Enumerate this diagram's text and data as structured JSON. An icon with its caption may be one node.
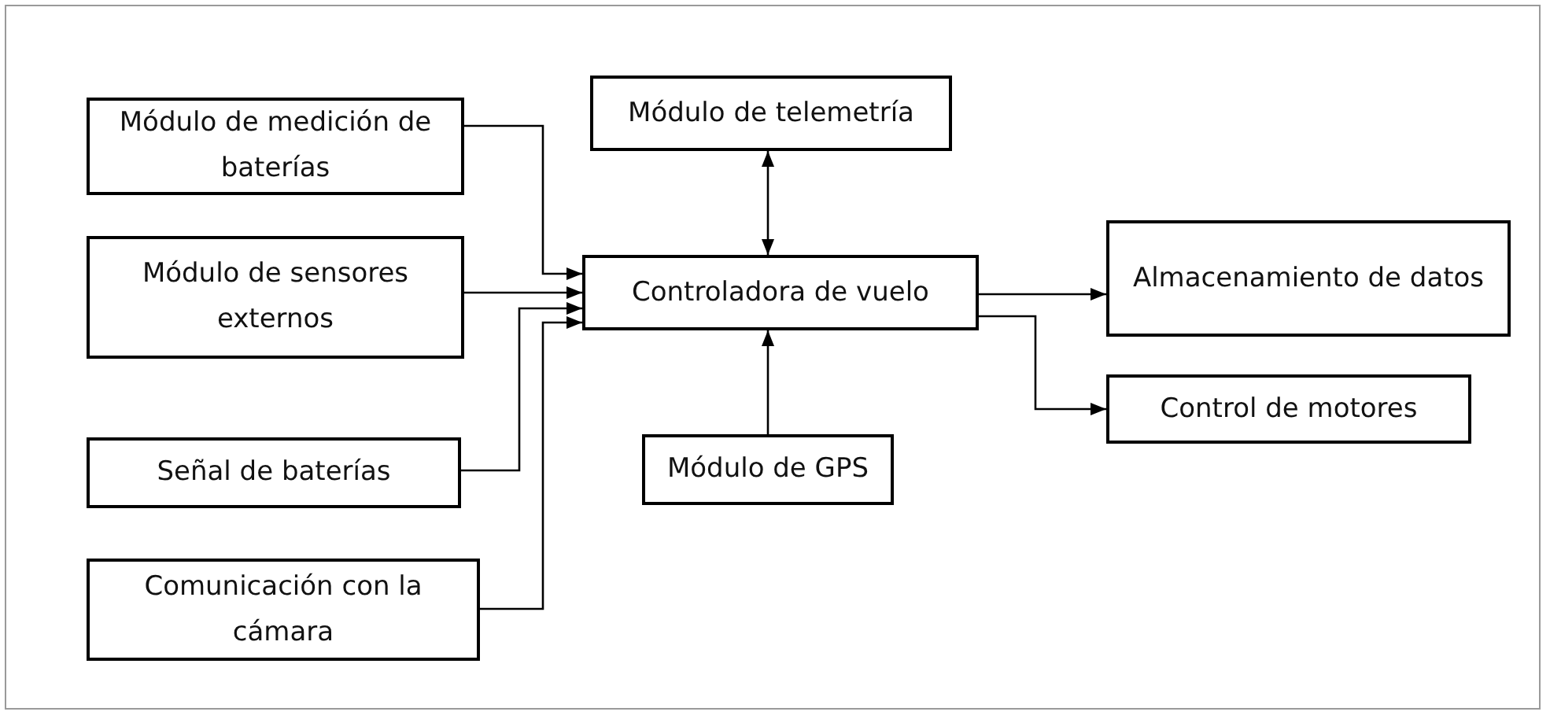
{
  "diagram": {
    "nodes": [
      {
        "text": [
          "Módulo de medición de baterías"
        ]
      },
      {
        "text": [
          "Módulo de sensores externos"
        ]
      },
      {
        "text": [
          "Señal de baterías"
        ]
      },
      {
        "text": [
          "Comunicación con la cámara"
        ]
      },
      {
        "text": [
          "Módulo de telemetría"
        ]
      },
      {
        "text": [
          "Controladora de vuelo"
        ]
      },
      {
        "text": [
          "Módulo de GPS"
        ]
      },
      {
        "text": [
          "Almacenamiento de datos"
        ]
      },
      {
        "text": [
          "Control de motores"
        ]
      }
    ],
    "edges": [
      {
        "from": 0,
        "to": 5,
        "arrow": "to"
      },
      {
        "from": 1,
        "to": 5,
        "arrow": "to"
      },
      {
        "from": 2,
        "to": 5,
        "arrow": "to"
      },
      {
        "from": 3,
        "to": 5,
        "arrow": "to"
      },
      {
        "from": 4,
        "to": 5,
        "arrow": "both"
      },
      {
        "from": 6,
        "to": 5,
        "arrow": "to"
      },
      {
        "from": 5,
        "to": 7,
        "arrow": "to"
      },
      {
        "from": 5,
        "to": 8,
        "arrow": "to"
      }
    ]
  }
}
